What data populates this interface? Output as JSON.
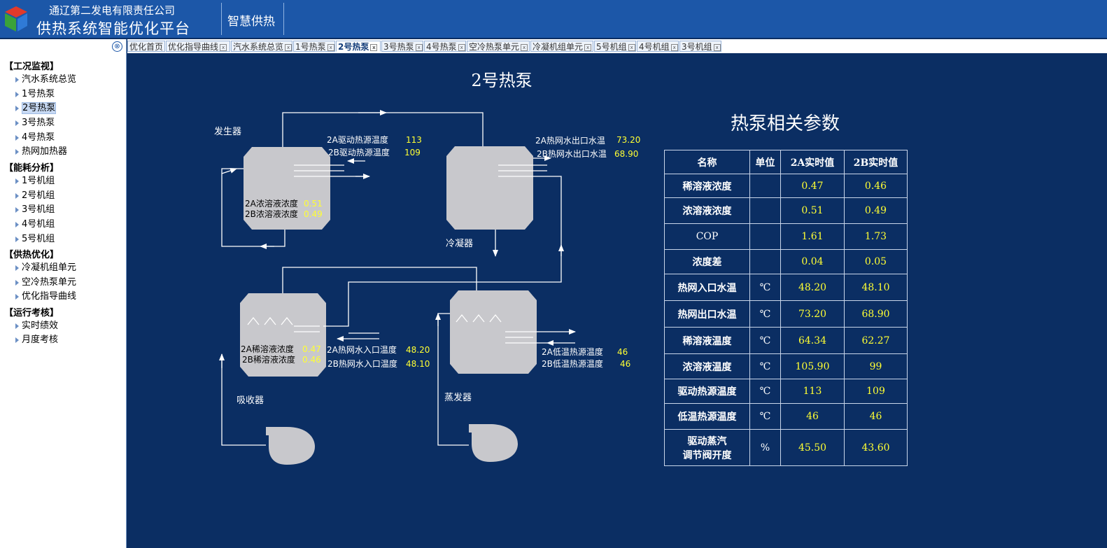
{
  "header": {
    "company": "通辽第二发电有限责任公司",
    "platform": "供热系统智能优化平台",
    "module": "智慧供热"
  },
  "sidebar": {
    "close": "⊗",
    "groups": [
      {
        "title": "【工况监视】",
        "items": [
          "汽水系统总览",
          "1号热泵",
          "2号热泵",
          "3号热泵",
          "4号热泵",
          "热网加热器"
        ]
      },
      {
        "title": "【能耗分析】",
        "items": [
          "1号机组",
          "2号机组",
          "3号机组",
          "4号机组",
          "5号机组"
        ]
      },
      {
        "title": "【供热优化】",
        "items": [
          "冷凝机组单元",
          "空冷热泵单元",
          "优化指导曲线"
        ]
      },
      {
        "title": "【运行考核】",
        "items": [
          "实时绩效",
          "月度考核"
        ]
      }
    ],
    "selected": "2号热泵"
  },
  "tabs": [
    "优化首页",
    "优化指导曲线",
    "汽水系统总览",
    "1号热泵",
    "2号热泵",
    "3号热泵",
    "4号热泵",
    "空冷热泵单元",
    "冷凝机组单元",
    "5号机组",
    "4号机组",
    "3号机组"
  ],
  "active_tab": "2号热泵",
  "diagram": {
    "title": "2号热泵",
    "labels": {
      "generator": "发生器",
      "condenser": "冷凝器",
      "absorber": "吸收器",
      "evaporator": "蒸发器"
    },
    "readings": {
      "drive_a_label": "2A驱动热源温度",
      "drive_a": "113",
      "drive_b_label": "2B驱动热源温度",
      "drive_b": "109",
      "out_a_label": "2A热网水出口水温",
      "out_a": "73.20",
      "out_b_label": "2B热网水出口水温",
      "out_b": "68.90",
      "conc_a_label": "2A浓溶液浓度",
      "conc_a": "0.51",
      "conc_b_label": "2B浓溶液浓度",
      "conc_b": "0.49",
      "dil_a_label": "2A稀溶液浓度",
      "dil_a": "0.47",
      "dil_b_label": "2B稀溶液浓度",
      "dil_b": "0.46",
      "in_a_label": "2A热网水入口温度",
      "in_a": "48.20",
      "in_b_label": "2B热网水入口温度",
      "in_b": "48.10",
      "low_a_label": "2A低温热源温度",
      "low_a": "46",
      "low_b_label": "2B低温热源温度",
      "low_b": "46"
    }
  },
  "params": {
    "title": "热泵相关参数",
    "headers": [
      "名称",
      "单位",
      "2A实时值",
      "2B实时值"
    ],
    "rows": [
      {
        "name": "稀溶液浓度",
        "unit": "",
        "a": "0.47",
        "b": "0.46"
      },
      {
        "name": "浓溶液浓度",
        "unit": "",
        "a": "0.51",
        "b": "0.49"
      },
      {
        "name": "COP",
        "unit": "",
        "a": "1.61",
        "b": "1.73"
      },
      {
        "name": "浓度差",
        "unit": "",
        "a": "0.04",
        "b": "0.05"
      },
      {
        "name": "热网入口水温",
        "unit": "℃",
        "a": "48.20",
        "b": "48.10"
      },
      {
        "name": "热网出口水温",
        "unit": "℃",
        "a": "73.20",
        "b": "68.90"
      },
      {
        "name": "稀溶液温度",
        "unit": "℃",
        "a": "64.34",
        "b": "62.27"
      },
      {
        "name": "浓溶液温度",
        "unit": "℃",
        "a": "105.90",
        "b": "99"
      },
      {
        "name": "驱动热源温度",
        "unit": "℃",
        "a": "113",
        "b": "109"
      },
      {
        "name": "低温热源温度",
        "unit": "℃",
        "a": "46",
        "b": "46"
      },
      {
        "name": "驱动蒸汽调节阀开度",
        "name_l1": "驱动蒸汽",
        "name_l2": "调节阀开度",
        "unit": "%",
        "a": "45.50",
        "b": "43.60"
      }
    ]
  },
  "colors": {
    "header": "#1c57a8",
    "content_bg": "#0b2e63",
    "vessel": "#c8c8cc",
    "value": "#ffff33"
  }
}
